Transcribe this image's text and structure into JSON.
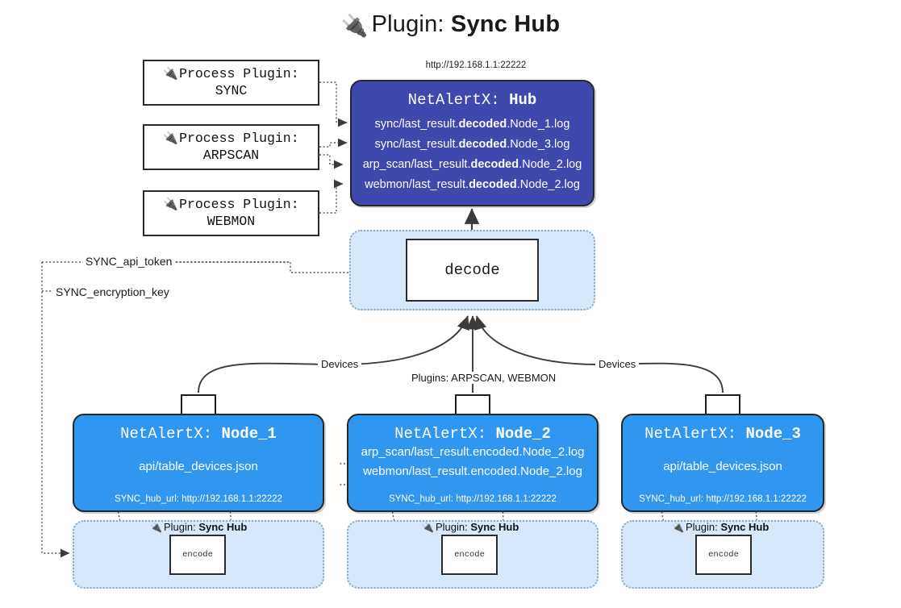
{
  "title": {
    "icon": "plug-icon",
    "prefix": "Plugin: ",
    "name": "Sync Hub"
  },
  "hub": {
    "url": "http://192.168.1.1:22222",
    "title_prefix": "NetAlertX: ",
    "title_name": "Hub",
    "logs": [
      {
        "pre": "sync/last_result.",
        "em": "decoded",
        "post": ".Node_1.log"
      },
      {
        "pre": "sync/last_result.",
        "em": "decoded",
        "post": ".Node_3.log"
      },
      {
        "pre": "arp_scan/last_result.",
        "em": "decoded",
        "post": ".Node_2.log"
      },
      {
        "pre": "webmon/last_result.",
        "em": "decoded",
        "post": ".Node_2.log"
      }
    ]
  },
  "process_plugins": [
    {
      "icon": "plug-icon",
      "line1": "Process Plugin:",
      "line2": "SYNC"
    },
    {
      "icon": "plug-icon",
      "line1": "Process Plugin:",
      "line2": "ARPSCAN"
    },
    {
      "icon": "plug-icon",
      "line1": "Process Plugin:",
      "line2": "WEBMON"
    }
  ],
  "decode": {
    "label": "decode"
  },
  "env_vars": [
    {
      "label": "SYNC_api_token"
    },
    {
      "label": "SYNC_encryption_key"
    }
  ],
  "edge_labels": {
    "devices_left": "Devices",
    "devices_right": "Devices",
    "plugins_center": "Plugins: ARPSCAN, WEBMON"
  },
  "nodes": [
    {
      "icon": "envelope-icon",
      "title_prefix": "NetAlertX: ",
      "title_name": "Node_1",
      "lines": [
        "api/table_devices.json"
      ],
      "hub_url_label": "SYNC_hub_url: http://192.168.1.1:22222",
      "sync_hub": {
        "icon": "plug-icon",
        "label_prefix": "Plugin: ",
        "label_name": "Sync Hub",
        "encode_label": "encode"
      }
    },
    {
      "icon": "envelope-icon",
      "title_prefix": "NetAlertX: ",
      "title_name": "Node_2",
      "lines": [
        "arp_scan/last_result.encoded.Node_2.log",
        "webmon/last_result.encoded.Node_2.log"
      ],
      "hub_url_label": "SYNC_hub_url: http://192.168.1.1:22222",
      "sync_hub": {
        "icon": "plug-icon",
        "label_prefix": "Plugin: ",
        "label_name": "Sync Hub",
        "encode_label": "encode"
      }
    },
    {
      "icon": "envelope-icon",
      "title_prefix": "NetAlertX: ",
      "title_name": "Node_3",
      "lines": [
        "api/table_devices.json"
      ],
      "hub_url_label": "SYNC_hub_url: http://192.168.1.1:22222",
      "sync_hub": {
        "icon": "plug-icon",
        "label_prefix": "Plugin: ",
        "label_name": "Sync Hub",
        "encode_label": "encode"
      }
    }
  ],
  "colors": {
    "hub_fill": "#3f48ad",
    "node_fill": "#2f97f0",
    "container_fill": "#d6e8fa",
    "container_border": "#8aa7bd",
    "stroke": "#2b2b2b",
    "background": "#ffffff"
  }
}
